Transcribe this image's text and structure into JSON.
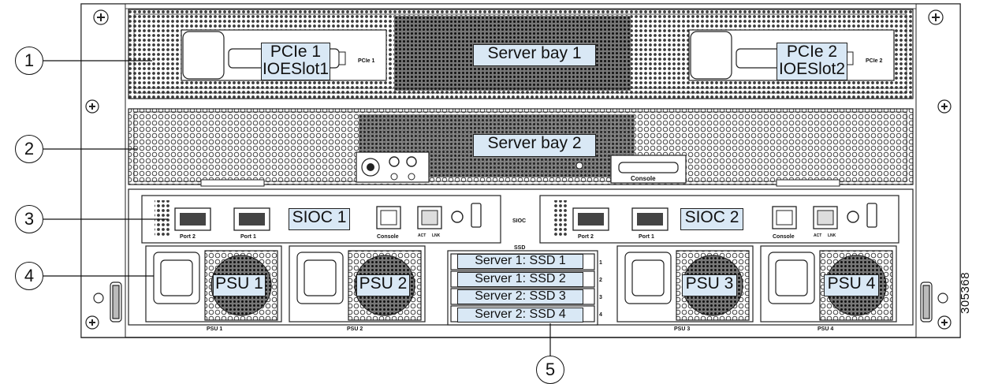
{
  "labels": {
    "pcie1_line1": "PCIe 1",
    "pcie1_line2": "IOESlot1",
    "server_bay1": "Server bay 1",
    "pcie2_line1": "PCIe 2",
    "pcie2_line2": "IOESlot2",
    "server_bay2": "Server bay 2",
    "sioc1": "SIOC 1",
    "sioc2": "SIOC 2",
    "psu1": "PSU 1",
    "psu2": "PSU 2",
    "psu3": "PSU 3",
    "psu4": "PSU 4",
    "ssd1": "Server 1: SSD 1",
    "ssd2": "Server 1: SSD 2",
    "ssd3": "Server 2: SSD 3",
    "ssd4": "Server 2: SSD 4"
  },
  "callouts": [
    "1",
    "2",
    "3",
    "4",
    "5"
  ],
  "small_text": {
    "pcie1_silk": "PCIe 1",
    "pcie2_silk": "PCIe 2",
    "console_bay2": "Console",
    "port2": "Port 2",
    "port1": "Port 1",
    "console": "Console",
    "act": "ACT",
    "lnk": "LNK",
    "sioc_center": "SIOC",
    "ssd_center": "SSD",
    "ssd_nums": [
      "1",
      "2",
      "3",
      "4"
    ],
    "psu_silk": [
      "PSU 1",
      "PSU 2",
      "PSU 3",
      "PSU 4"
    ]
  },
  "figure_id": "305368",
  "colors": {
    "label_fill": "#d9e8f5",
    "chassis": "#ffffff",
    "line": "#222222"
  }
}
